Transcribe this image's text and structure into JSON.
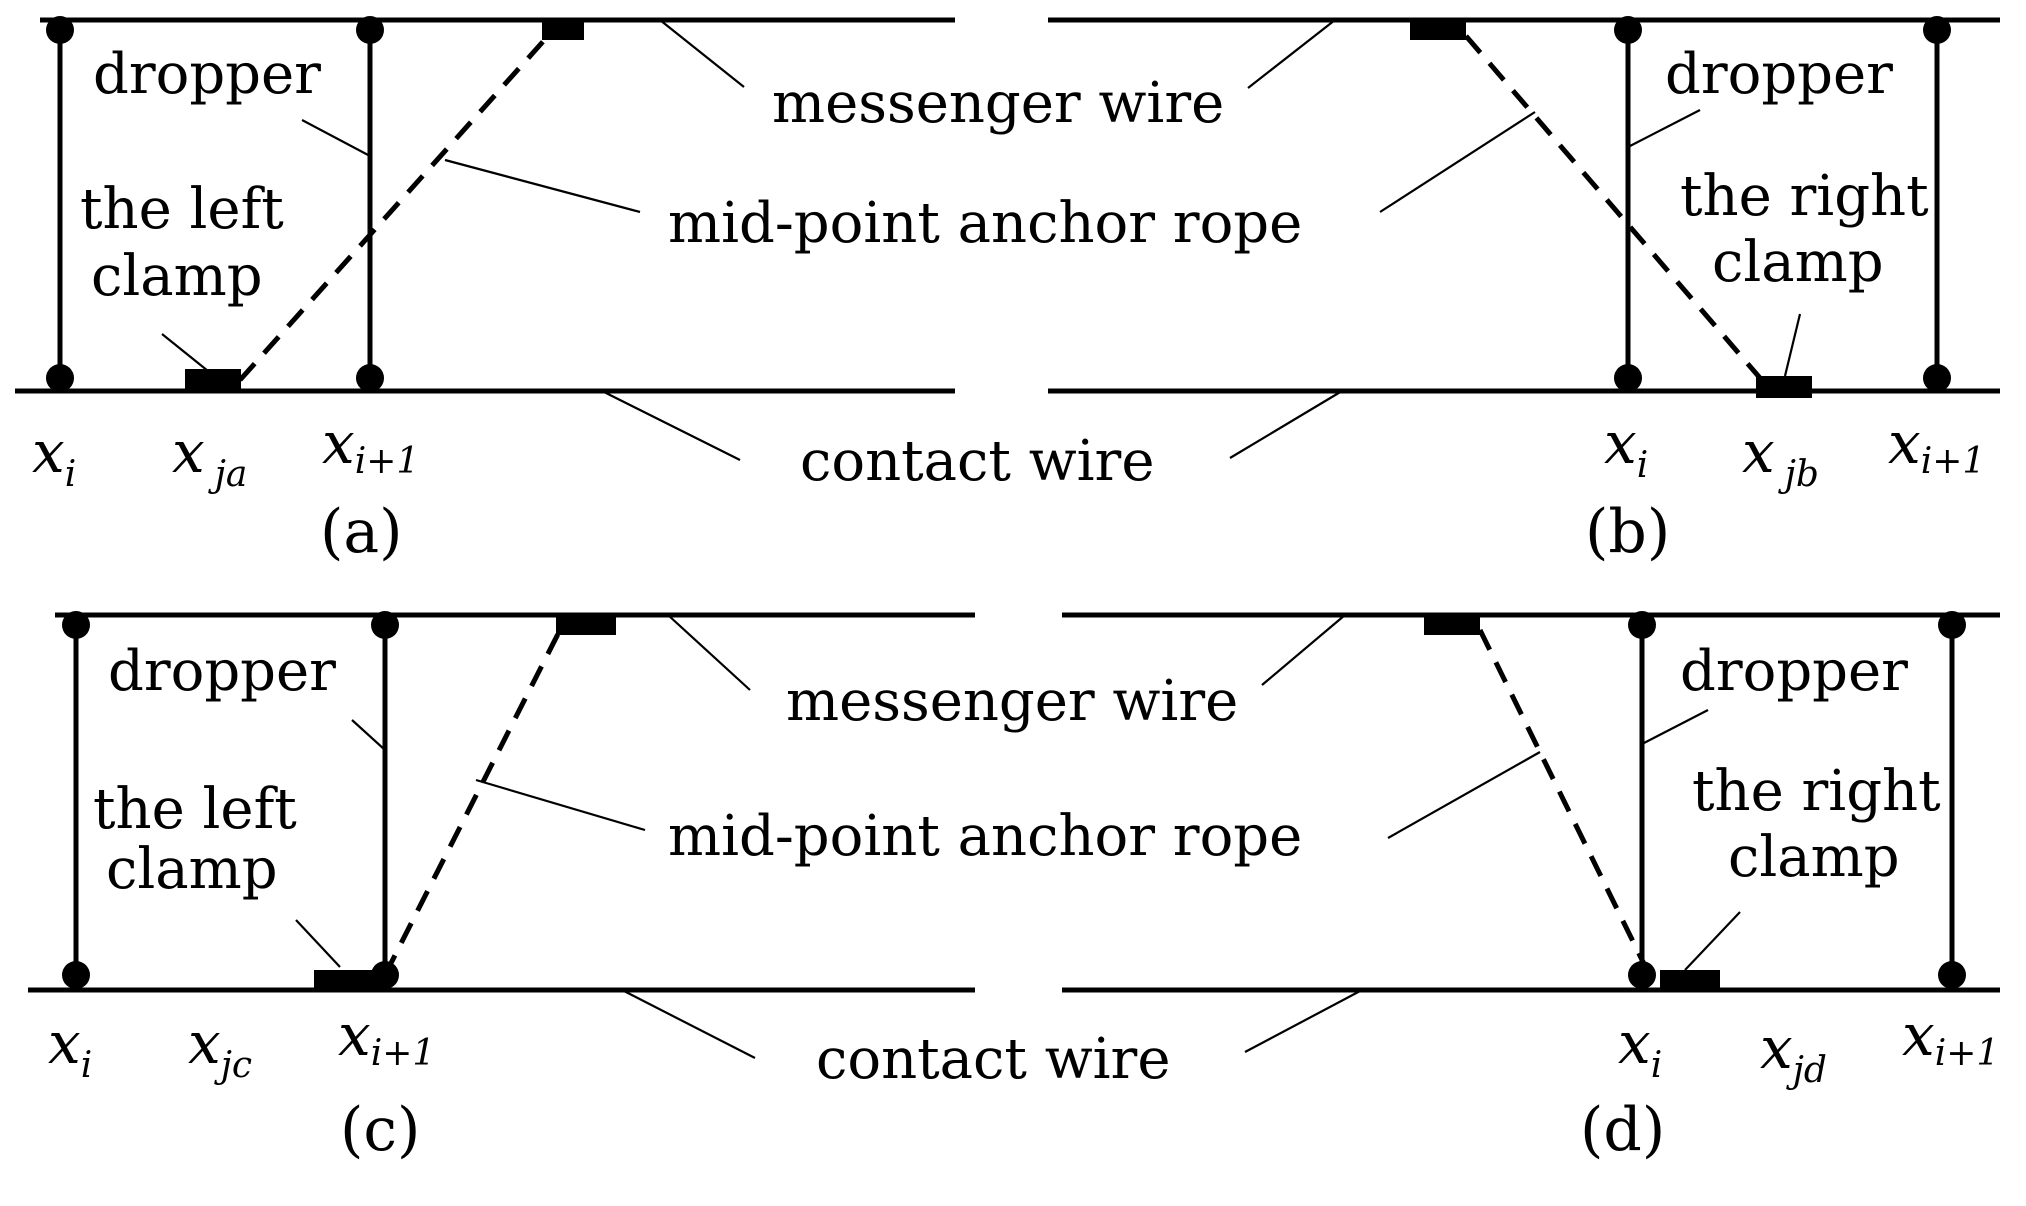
{
  "labels": {
    "dropper": "dropper",
    "messenger_wire": "messenger wire",
    "anchor_rope": "mid-point anchor rope",
    "contact_wire": "contact wire",
    "left_clamp_line1": "the left",
    "left_clamp_line2": "clamp",
    "right_clamp_line1": "the right",
    "right_clamp_line2": "clamp"
  },
  "variables": {
    "x": "x",
    "i": "i",
    "i_plus_1": "i+1",
    "j": "j",
    "a": "a",
    "b": "b",
    "jc": "jc",
    "jd": "jd"
  },
  "panels": {
    "a": "(a)",
    "b": "(b)",
    "c": "(c)",
    "d": "(d)"
  }
}
